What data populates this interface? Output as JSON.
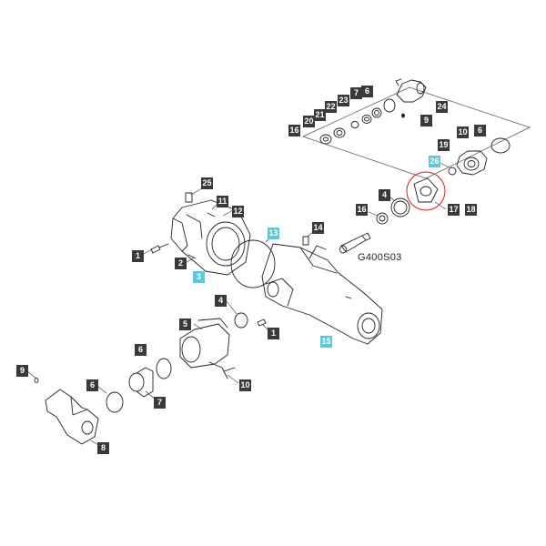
{
  "diagram_code": "G400S03",
  "colors": {
    "callout_bg": "#3a3a3a",
    "callout_highlight": "#5ec8d8",
    "stroke": "#222222",
    "selection_ring": "#cc2222"
  },
  "callouts": [
    {
      "id": "c-25",
      "label": "25",
      "highlighted": false
    },
    {
      "id": "c-11",
      "label": "11",
      "highlighted": false
    },
    {
      "id": "c-12",
      "label": "12",
      "highlighted": false
    },
    {
      "id": "c-13",
      "label": "13",
      "highlighted": true
    },
    {
      "id": "c-14",
      "label": "14",
      "highlighted": false
    },
    {
      "id": "c-1a",
      "label": "1",
      "highlighted": false
    },
    {
      "id": "c-2",
      "label": "2",
      "highlighted": false
    },
    {
      "id": "c-3",
      "label": "3",
      "highlighted": true
    },
    {
      "id": "c-4a",
      "label": "4",
      "highlighted": false
    },
    {
      "id": "c-1b",
      "label": "1",
      "highlighted": false
    },
    {
      "id": "c-15",
      "label": "15",
      "highlighted": true
    },
    {
      "id": "c-5",
      "label": "5",
      "highlighted": false
    },
    {
      "id": "c-6a",
      "label": "6",
      "highlighted": false
    },
    {
      "id": "c-7a",
      "label": "7",
      "highlighted": false
    },
    {
      "id": "c-10a",
      "label": "10",
      "highlighted": false
    },
    {
      "id": "c-9a",
      "label": "9",
      "highlighted": false
    },
    {
      "id": "c-6b",
      "label": "6",
      "highlighted": false
    },
    {
      "id": "c-8",
      "label": "8",
      "highlighted": false
    },
    {
      "id": "c-16a",
      "label": "16",
      "highlighted": false
    },
    {
      "id": "c-20",
      "label": "20",
      "highlighted": false
    },
    {
      "id": "c-21",
      "label": "21",
      "highlighted": false
    },
    {
      "id": "c-22",
      "label": "22",
      "highlighted": false
    },
    {
      "id": "c-23",
      "label": "23",
      "highlighted": false
    },
    {
      "id": "c-7b",
      "label": "7",
      "highlighted": false
    },
    {
      "id": "c-6c",
      "label": "6",
      "highlighted": false
    },
    {
      "id": "c-24",
      "label": "24",
      "highlighted": false
    },
    {
      "id": "c-9b",
      "label": "9",
      "highlighted": false
    },
    {
      "id": "c-10b",
      "label": "10",
      "highlighted": false
    },
    {
      "id": "c-6d",
      "label": "6",
      "highlighted": false
    },
    {
      "id": "c-19",
      "label": "19",
      "highlighted": false
    },
    {
      "id": "c-26",
      "label": "26",
      "highlighted": true
    },
    {
      "id": "c-4b",
      "label": "4",
      "highlighted": false
    },
    {
      "id": "c-16b",
      "label": "16",
      "highlighted": false
    },
    {
      "id": "c-17",
      "label": "17",
      "highlighted": false
    },
    {
      "id": "c-18",
      "label": "18",
      "highlighted": false
    }
  ]
}
